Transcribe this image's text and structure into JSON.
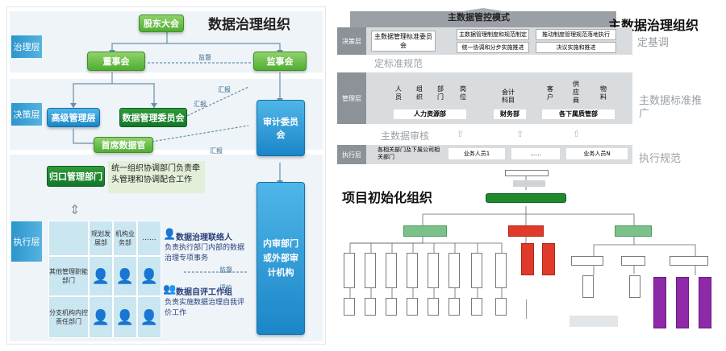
{
  "left": {
    "title": "数据治理组织",
    "layers": [
      "治理层",
      "决策层",
      "执行层"
    ],
    "boxes": {
      "shareholders": "股东大会",
      "board": "董事会",
      "supervisors": "监事会",
      "top_mgmt": "高级管理层",
      "dg_committee": "数据管理委员会",
      "cdo": "首席数据官",
      "central_dept": "归口管理部门",
      "audit_committee": "审计委员会",
      "internal_audit": "内审部门或外部审计机构"
    },
    "arrows": {
      "supervise1": "监督",
      "report1": "汇报",
      "report2": "汇报",
      "report3": "汇报",
      "supervise2": "监督",
      "evaluate": "评价"
    },
    "central_desc": "统一组织协调部门负责牵头管理和协调配合工作",
    "table": {
      "headers": [
        "规划发展部",
        "机构业务部",
        "......"
      ],
      "rows": [
        "其他管理职能部门",
        "分支机构内控责任部门"
      ]
    },
    "notes": [
      {
        "title": "数据治理联络人",
        "desc": "负责执行部门内部的数据治理专项事务"
      },
      {
        "title": "数据自评工作组",
        "desc": "负责实施数据治理自我评价工作"
      }
    ]
  },
  "right_top": {
    "title": "主数据治理组织",
    "roof": "主数据管控模式",
    "layers": [
      "决策层",
      "管理层",
      "执行层"
    ],
    "decision_boxes": [
      "主数据管理标准委员会",
      "主数据管理制度和规范制定",
      "统一协调和分步实施推进",
      "推动制度管理规范落地执行",
      "决议实施和推进"
    ],
    "std_label": "定标准规范",
    "mgmt_items_a": [
      "人员",
      "组织",
      "部门",
      "岗位"
    ],
    "mgmt_items_b": [
      "会计科目"
    ],
    "mgmt_items_c": [
      "客户",
      "供应商",
      "物料"
    ],
    "mgmt_depts": [
      "人力资源部",
      "财务部",
      "各下属质管部"
    ],
    "audit_label": "主数据审核",
    "exec_boxes": [
      "各相关部门及下属公司相关部门",
      "业务人员1",
      "......",
      "业务人员N"
    ],
    "right_labels": [
      "定基调",
      "主数据标准推广",
      "执行规范"
    ]
  },
  "right_bottom": {
    "title": "项目初始化组织"
  },
  "colors": {
    "green": "#4fae33",
    "blue": "#1b86c8",
    "dark_green": "#14772a",
    "red": "#e03a2a",
    "purple": "#8e2aa8"
  }
}
